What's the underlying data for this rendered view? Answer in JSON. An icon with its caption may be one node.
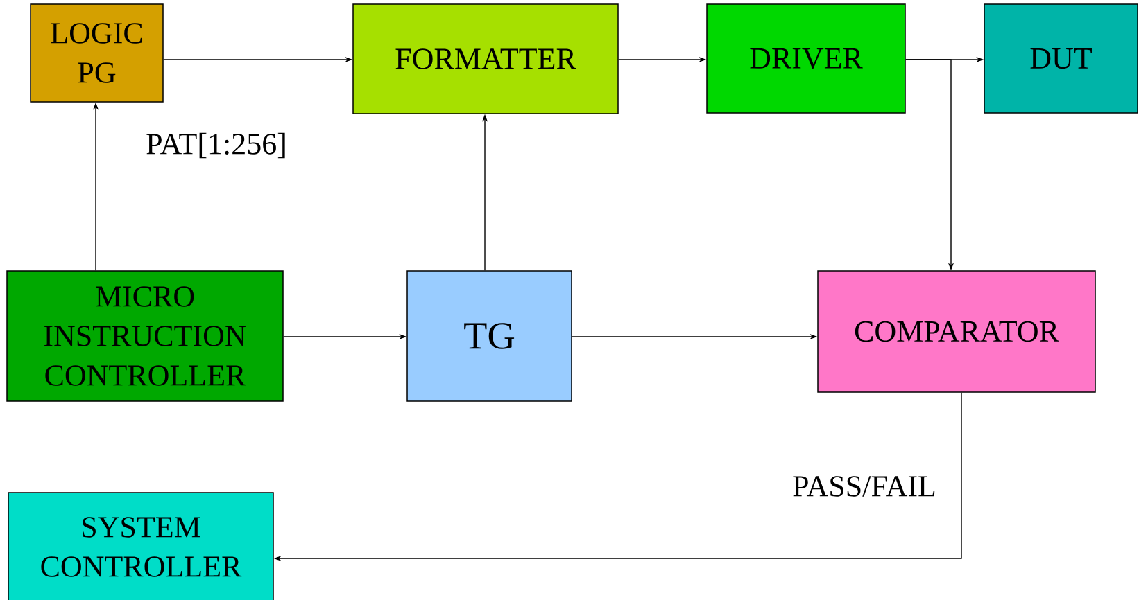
{
  "diagram": {
    "nodes": [
      {
        "text": [
          "LOGIC PG"
        ]
      },
      {
        "text": [
          "FORMATTER"
        ]
      },
      {
        "text": [
          "DRIVER"
        ]
      },
      {
        "text": [
          "DUT"
        ]
      },
      {
        "text": [
          "MICRO INSTRUCTION CONTROLLER"
        ]
      },
      {
        "text": [
          "TG"
        ]
      },
      {
        "text": [
          "COMPARATOR"
        ]
      },
      {
        "text": [
          "SYSTEM CONTROLLER"
        ]
      }
    ],
    "edges": [
      {
        "from": 0,
        "to": 1,
        "arrow": "to"
      },
      {
        "from": 1,
        "to": 2,
        "arrow": "to"
      },
      {
        "from": 2,
        "to": 3,
        "arrow": "to"
      },
      {
        "from": 2,
        "to": 6,
        "arrow": "to"
      },
      {
        "from": 4,
        "to": 0,
        "arrow": "to",
        "label": "PAT[1:256]"
      },
      {
        "from": 5,
        "to": 1,
        "arrow": "to"
      },
      {
        "from": 4,
        "to": 5,
        "arrow": "to"
      },
      {
        "from": 5,
        "to": 6,
        "arrow": "to"
      },
      {
        "from": 6,
        "to": 7,
        "arrow": "to",
        "label": "PASS/FAIL"
      }
    ]
  }
}
